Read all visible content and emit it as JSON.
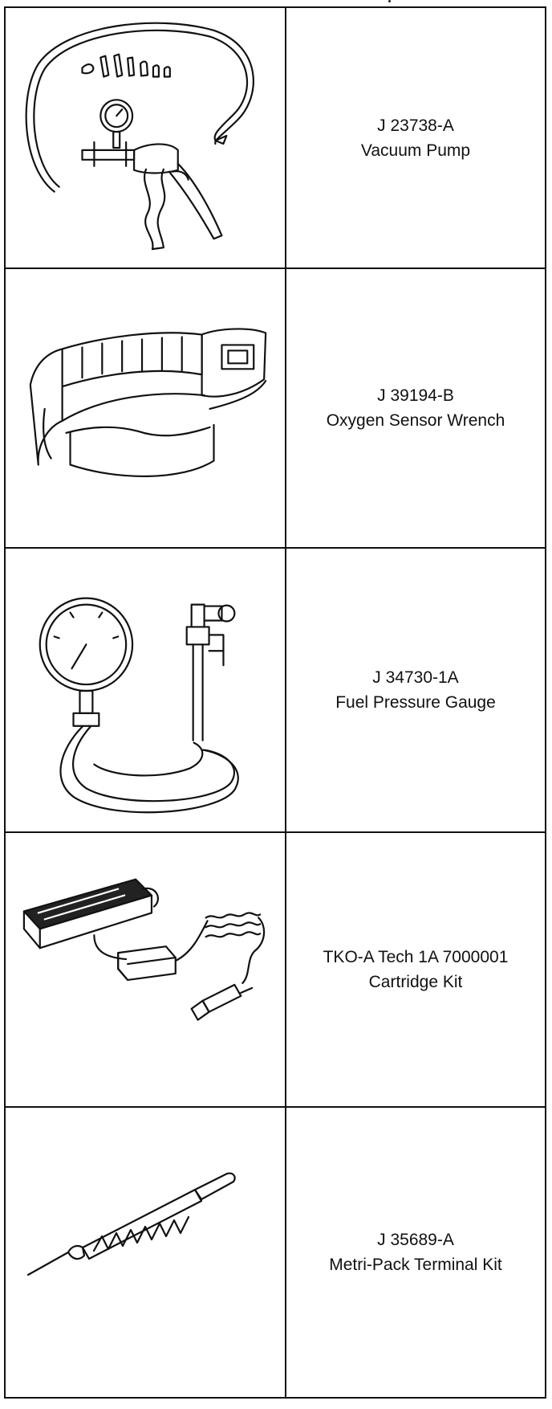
{
  "tools": [
    {
      "number": "J 23738-A",
      "name": "Vacuum Pump",
      "illustration": "vacuum-pump-illustration"
    },
    {
      "number": "J 39194-B",
      "name": "Oxygen Sensor Wrench",
      "illustration": "oxygen-sensor-wrench-illustration"
    },
    {
      "number": "J 34730-1A",
      "name": "Fuel Pressure Gauge",
      "illustration": "fuel-pressure-gauge-illustration"
    },
    {
      "number": "TKO-A Tech 1A 7000001",
      "name": "Cartridge Kit",
      "illustration": "cartridge-kit-illustration"
    },
    {
      "number": "J 35689-A",
      "name": "Metri-Pack Terminal Kit",
      "illustration": "metri-pack-terminal-kit-illustration"
    }
  ]
}
